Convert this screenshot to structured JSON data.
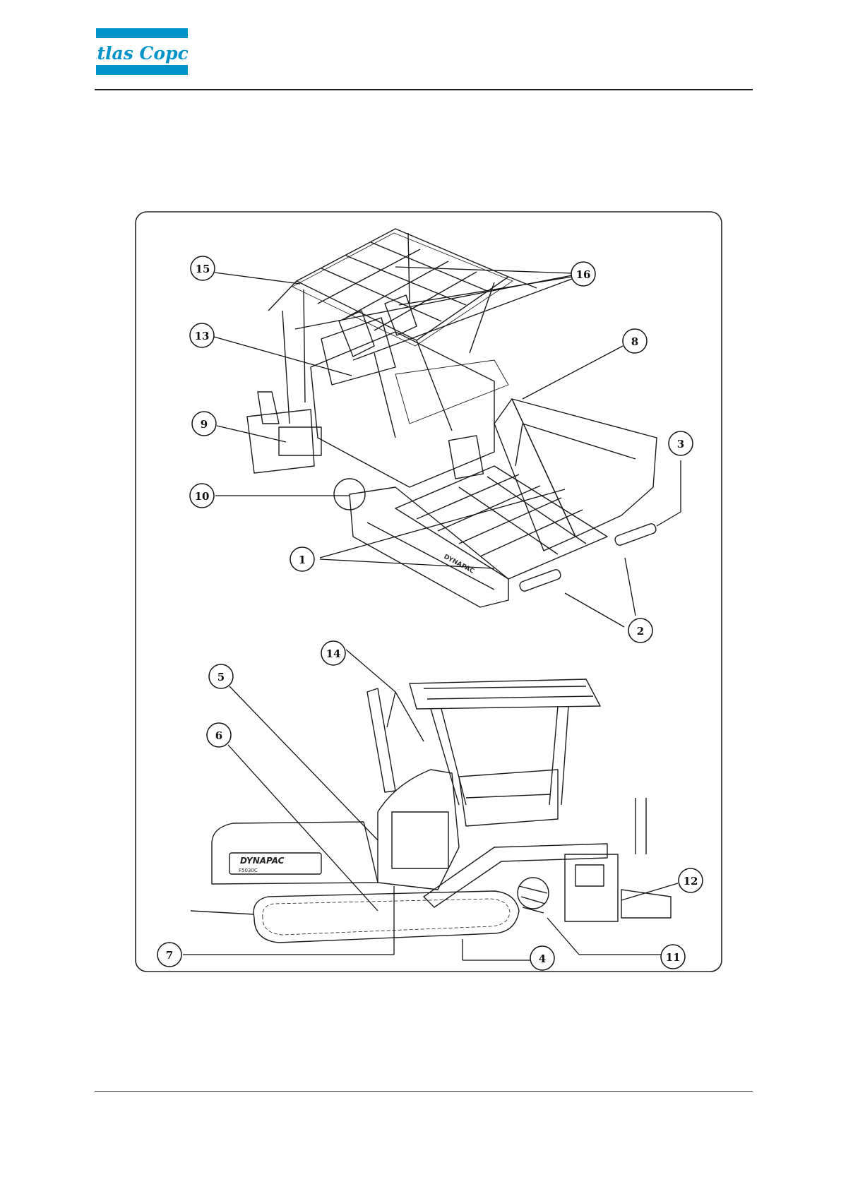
{
  "header": {
    "brand_text": "Atlas Copco",
    "brand_color": "#0093c9"
  },
  "figure": {
    "frame_color": "#222222",
    "top_view_callouts": [
      {
        "label": "15"
      },
      {
        "label": "16"
      },
      {
        "label": "13"
      },
      {
        "label": "8"
      },
      {
        "label": "9"
      },
      {
        "label": "3"
      },
      {
        "label": "10"
      },
      {
        "label": "1"
      },
      {
        "label": "2"
      }
    ],
    "side_view_callouts": [
      {
        "label": "14"
      },
      {
        "label": "5"
      },
      {
        "label": "6"
      },
      {
        "label": "12"
      },
      {
        "label": "7"
      },
      {
        "label": "4"
      },
      {
        "label": "11"
      }
    ],
    "machine_markings": {
      "brand": "DYNAPAC",
      "model": "F5030C"
    }
  }
}
